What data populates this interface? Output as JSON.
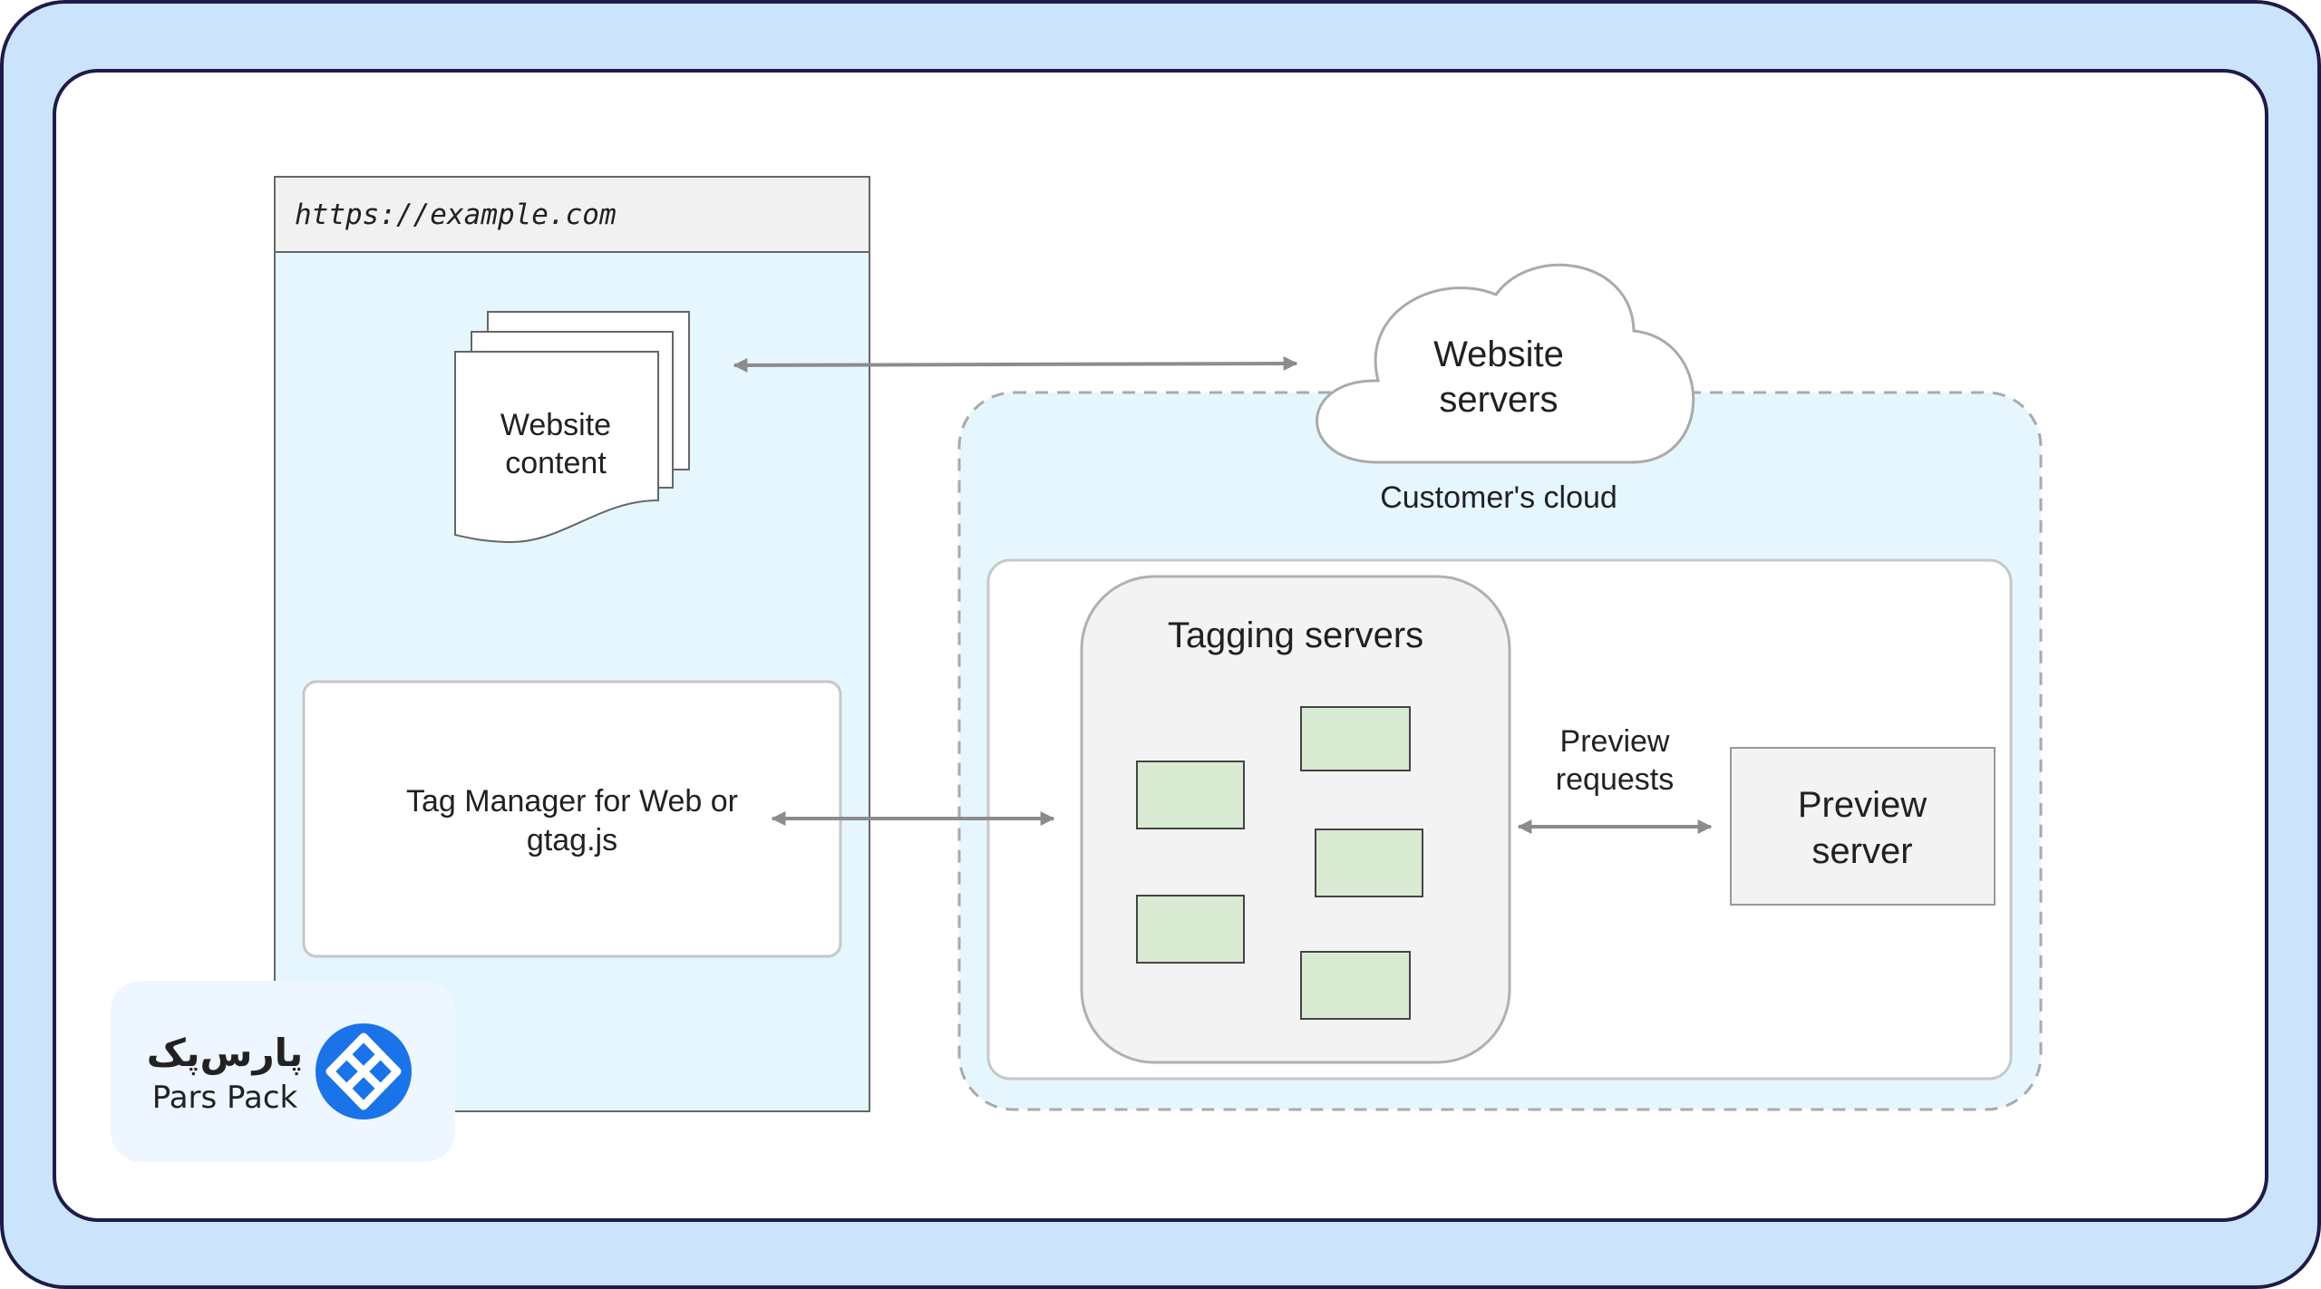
{
  "browser": {
    "url": "https://example.com"
  },
  "nodes": {
    "website_content": [
      "Website",
      "content"
    ],
    "tag_manager": [
      "Tag Manager for Web or",
      "gtag.js"
    ],
    "website_servers": [
      "Website",
      "servers"
    ],
    "customers_cloud": "Customer's cloud",
    "tagging_servers": "Tagging servers",
    "preview_requests": [
      "Preview",
      "requests"
    ],
    "preview_server": [
      "Preview",
      "server"
    ]
  },
  "logo": {
    "name_fa": "پارس‌پک",
    "name_en": "Pars Pack"
  },
  "colors": {
    "frame_outer": "#cce4fb",
    "frame_border": "#1e1b4b",
    "browser_body": "#e6f6fe",
    "browser_header": "#f1f1f1",
    "server_box": "#d9ead3",
    "arrow": "#8c8c8c",
    "logo_blue": "#1a73e8"
  }
}
